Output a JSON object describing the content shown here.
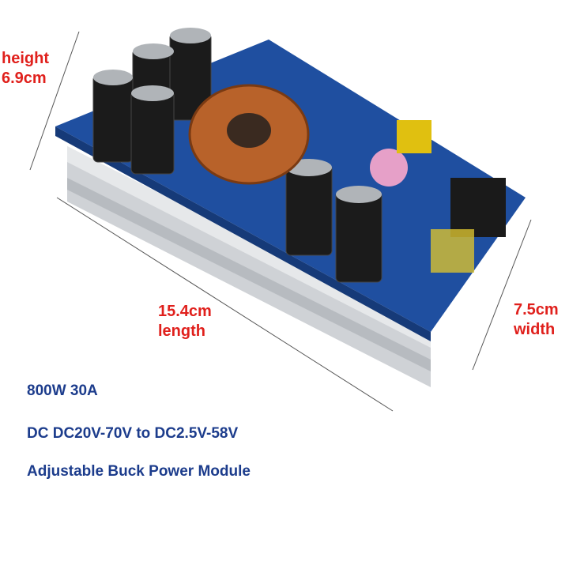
{
  "dimensions": {
    "height_label": "height",
    "height_value": "6.9cm",
    "length_value": "15.4cm",
    "length_label": "length",
    "width_value": "7.5cm",
    "width_label": "width"
  },
  "specs": {
    "power": "800W 30A",
    "voltage": "DC DC20V-70V to DC2.5V-58V",
    "description": "Adjustable Buck Power Module"
  },
  "colors": {
    "dimension_text": "#e0201c",
    "spec_text": "#1c3c8c",
    "pcb": "#1f4fa0"
  }
}
